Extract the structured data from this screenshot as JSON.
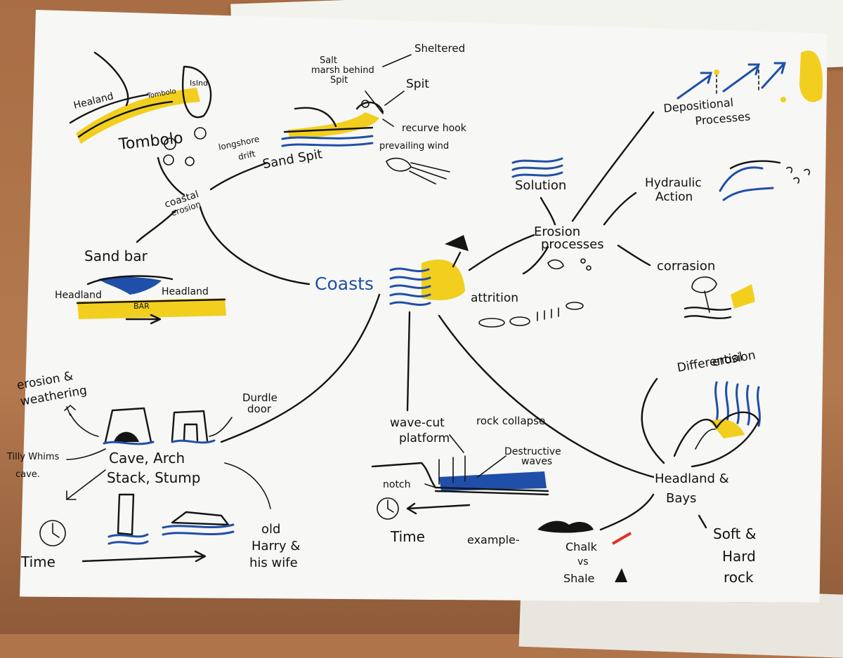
{
  "colors": {
    "ink": "#141414",
    "blue_ink": "#1f4fa8",
    "highlighter_yellow": "#f2cf1e",
    "paper": "#f7f7f5",
    "desk": "#b0744a"
  },
  "center": {
    "label": "Coasts"
  },
  "coastal_erosion": {
    "label_line1": "coastal",
    "label_line2": "erosion"
  },
  "tombolo": {
    "title": "Tombolo",
    "headland": "Healand",
    "tombolo_small": "Tombolo",
    "island": "Islnd"
  },
  "spit": {
    "salt_marsh_line1": "Salt",
    "salt_marsh_line2": "marsh behind",
    "salt_marsh_line3": "Spit",
    "sheltered": "Sheltered",
    "spit": "Spit",
    "recurve": "recurve hook",
    "longshore_line1": "longshore",
    "longshore_line2": "drift",
    "sand_spit": "Sand Spit",
    "prevailing_wind": "prevailing wind"
  },
  "sand_bar": {
    "title": "Sand bar",
    "headland_left": "Headland",
    "headland_right": "Headland",
    "bar": "BAR"
  },
  "erosion": {
    "title_line1": "Erosion",
    "title_line2": "processes",
    "solution": "Solution",
    "hydraulic_line1": "Hydraulic",
    "hydraulic_line2": "Action",
    "corrasion": "corrasion",
    "attrition": "attrition"
  },
  "depositional": {
    "line1": "Depositional",
    "line2": "Processes"
  },
  "differential": {
    "line1": "Differential",
    "line2": "erosion"
  },
  "headland_bays": {
    "line1": "Headland &",
    "line2": "Bays",
    "soft_line1": "Soft &",
    "soft_line2": "Hard",
    "soft_line3": "rock",
    "chalk": "Chalk",
    "vs": "vs",
    "shale": "Shale"
  },
  "wave_cut": {
    "line1": "wave-cut",
    "line2": "platform",
    "rock_collapse": "rock collapse",
    "destructive_line1": "Destructive",
    "destructive_line2": "waves",
    "notch": "notch",
    "time": "Time",
    "example": "example-"
  },
  "cave_arch": {
    "erosion_line1": "erosion &",
    "erosion_line2": "weathering",
    "durdle_line1": "Durdle",
    "durdle_line2": "door",
    "tilly_line1": "Tilly Whims",
    "tilly_line2": "cave.",
    "sequence_line1": "Cave, Arch",
    "sequence_line2": "Stack, Stump",
    "time": "Time",
    "old_harry_line1": "old",
    "old_harry_line2": "Harry &",
    "old_harry_line3": "his wife"
  }
}
